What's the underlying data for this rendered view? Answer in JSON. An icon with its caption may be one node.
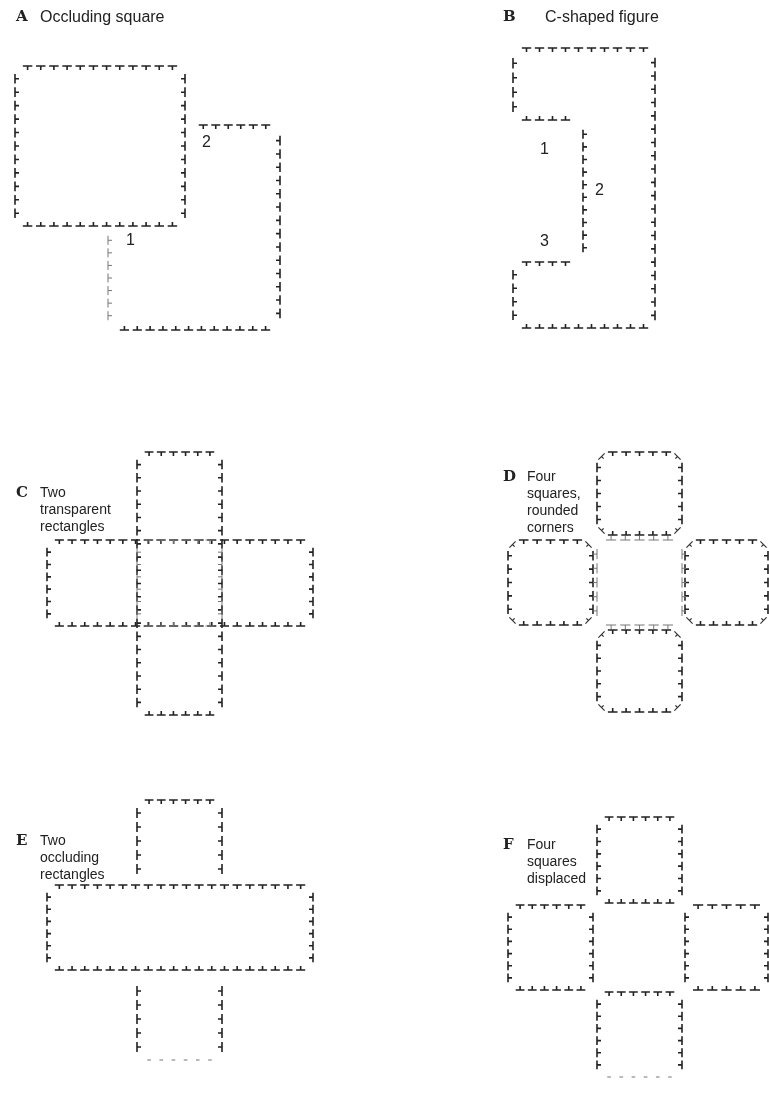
{
  "diagram": {
    "labels": [
      "A",
      "Occluding square",
      "2",
      "1",
      "B",
      "C-shaped figure",
      "1",
      "2",
      "3",
      "C",
      "Two transparent rectangles",
      "D",
      "Four squares, rounded corners",
      "E",
      "Two occluding rectangles",
      "F",
      "Four squares displaced"
    ]
  }
}
